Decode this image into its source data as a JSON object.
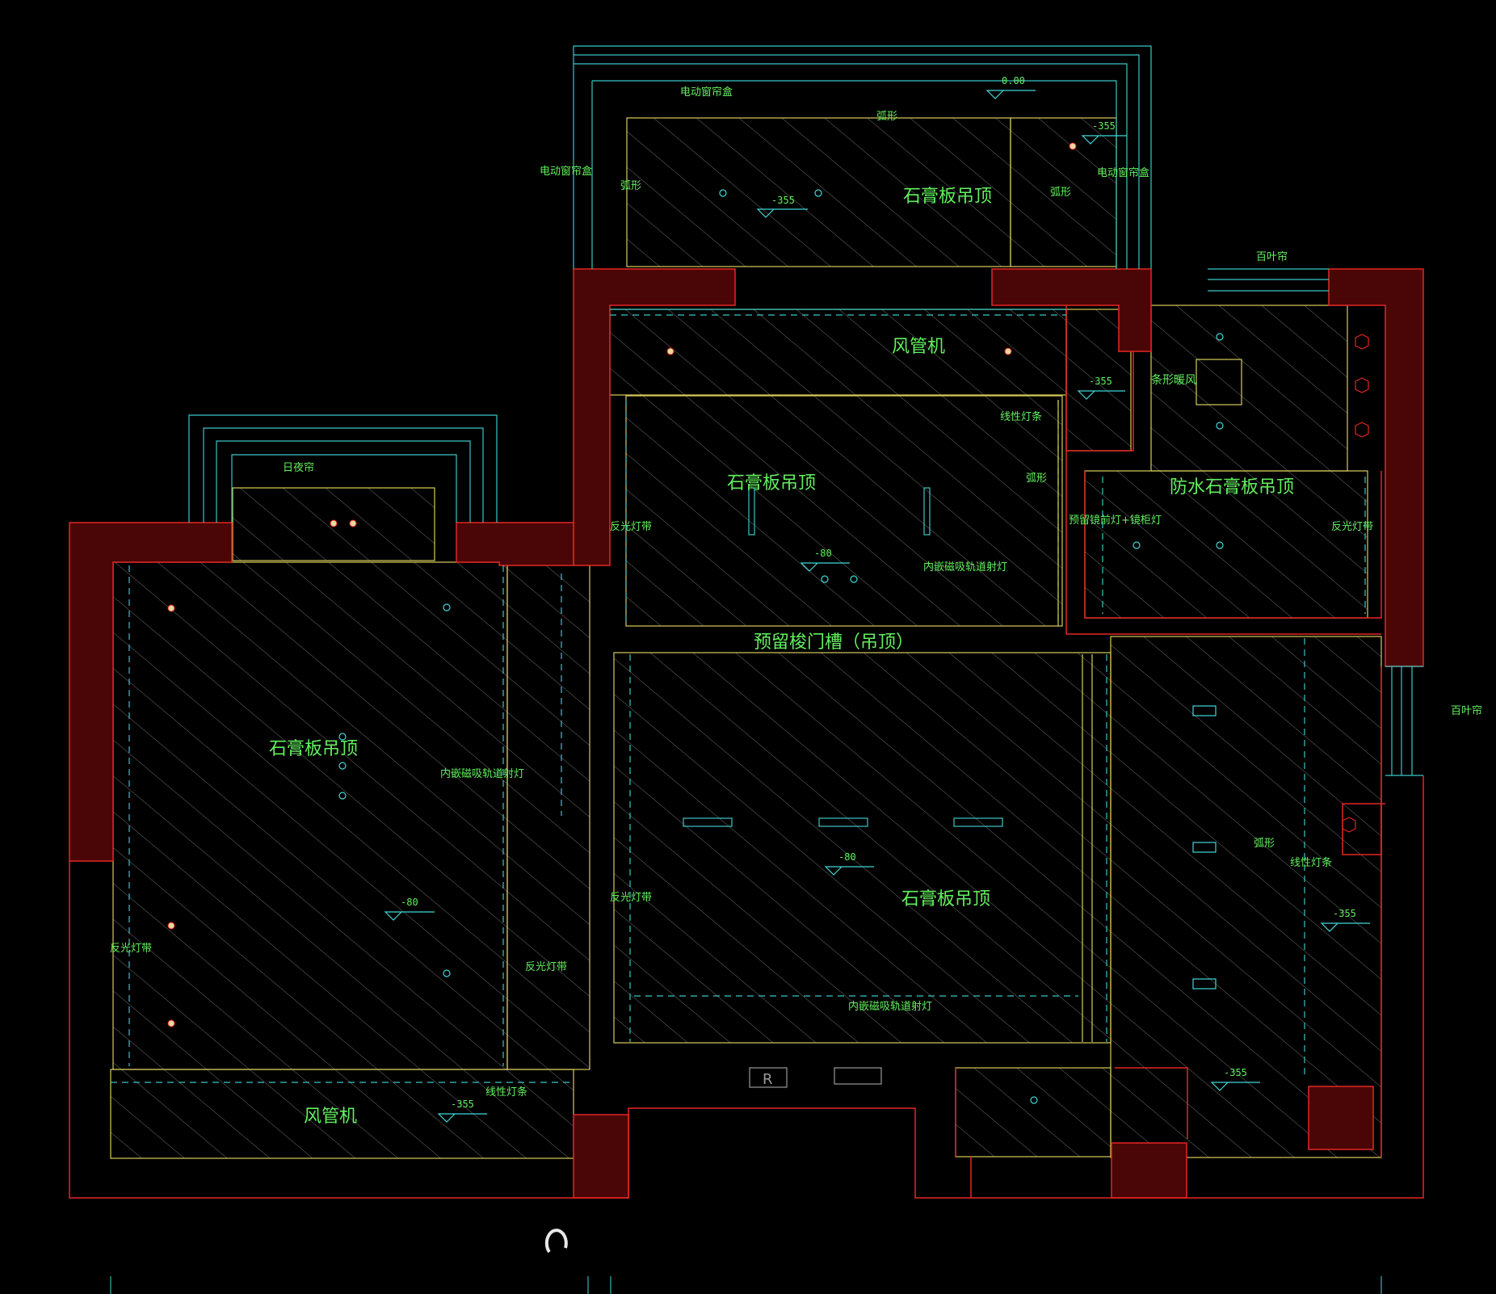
{
  "colors": {
    "background": "#000000",
    "wall_fill": "#4a0606",
    "wall_line": "#e52525",
    "ceiling_line": "#d8cc5a",
    "window_line": "#39c6c6",
    "hatch": "#7a7a7a",
    "text": "#62f05e",
    "light_fixture": "#3fd8d8"
  },
  "rooms": [
    {
      "name": "bedroom-left-ceiling",
      "label": "石膏板吊顶"
    },
    {
      "name": "bedroom-left-fancoil",
      "label": "风管机"
    },
    {
      "name": "living-ceiling",
      "label": "石膏板吊顶"
    },
    {
      "name": "upper-fancoil",
      "label": "风管机"
    },
    {
      "name": "study-ceiling",
      "label": "石膏板吊顶"
    },
    {
      "name": "bathroom-ceiling",
      "label": "防水石膏板吊顶"
    },
    {
      "name": "balcony-ceiling",
      "label": "石膏板吊顶"
    }
  ],
  "notes": {
    "door_slot": "预留梭门槽（吊顶）",
    "electric_curtain_box_1": "电动窗帘盒",
    "electric_curtain_box_2": "电动窗帘盒",
    "electric_curtain_box_3": "电动窗帘盒",
    "arc_1": "弧形",
    "arc_2": "弧形",
    "arc_3": "弧形",
    "arc_4": "弧形",
    "arc_5": "弧形",
    "day_night_curtain": "日夜帘",
    "blinds_1": "百叶帘",
    "blinds_2": "百叶帘",
    "linear_strip_1": "线性灯条",
    "linear_strip_2": "线性灯条",
    "linear_strip_3": "线性灯条",
    "reflective_strip_1": "反光灯带",
    "reflective_strip_2": "反光灯带",
    "reflective_strip_3": "反光灯带",
    "reflective_strip_4": "反光灯带",
    "reflective_strip_5": "反光灯带",
    "track_light_1": "内嵌磁吸轨道射灯",
    "track_light_2": "内嵌磁吸轨道射灯",
    "track_light_3": "内嵌磁吸轨道射灯",
    "bath_heater": "条形暖风",
    "mirror_light": "预留镜前灯+镜柜灯",
    "r_mark": "R"
  },
  "elevations": {
    "e_top": "0.00",
    "e_355_a": "-355",
    "e_355_b": "-355",
    "e_355_c": "-355",
    "e_355_d": "-355",
    "e_355_e": "-355",
    "e_355_f": "-355",
    "e_80_a": "-80",
    "e_80_b": "-80",
    "e_80_c": "-80"
  }
}
